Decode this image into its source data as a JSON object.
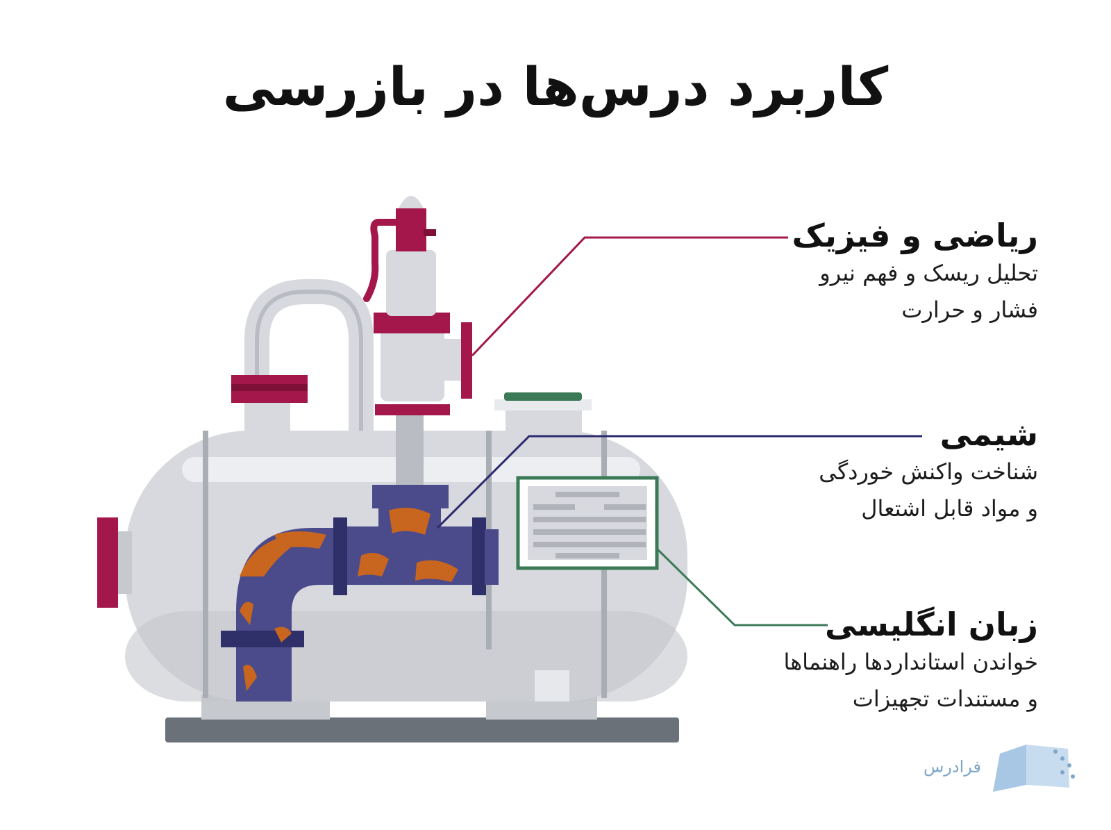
{
  "title": "کاربرد درس‌ها در بازرسی",
  "labels": [
    {
      "title": "ریاضی و فیزیک",
      "lines": [
        "تحلیل ریسک و فهم نیرو",
        "فشار و حرارت"
      ],
      "color": "#a3174a"
    },
    {
      "title": "شیمی",
      "lines": [
        "شناخت واکنش خوردگی",
        "و مواد قابل اشتعال"
      ],
      "color": "#2e2a6e"
    },
    {
      "title": "زبان انگلیسی",
      "lines": [
        "خواندن استانداردها راهنماها",
        "و مستندات تجهیزات"
      ],
      "color": "#3b7a57"
    }
  ],
  "brand": {
    "name": "فرادرس",
    "icon": "book-icon"
  },
  "colors": {
    "tank": "#d7d9de",
    "tank_dark": "#b9bcc3",
    "flange_red": "#a3174a",
    "pipe_purple": "#4b4b8c",
    "rust": "#c8651e",
    "base": "#6b7178",
    "plate_border": "#3b7a57"
  }
}
